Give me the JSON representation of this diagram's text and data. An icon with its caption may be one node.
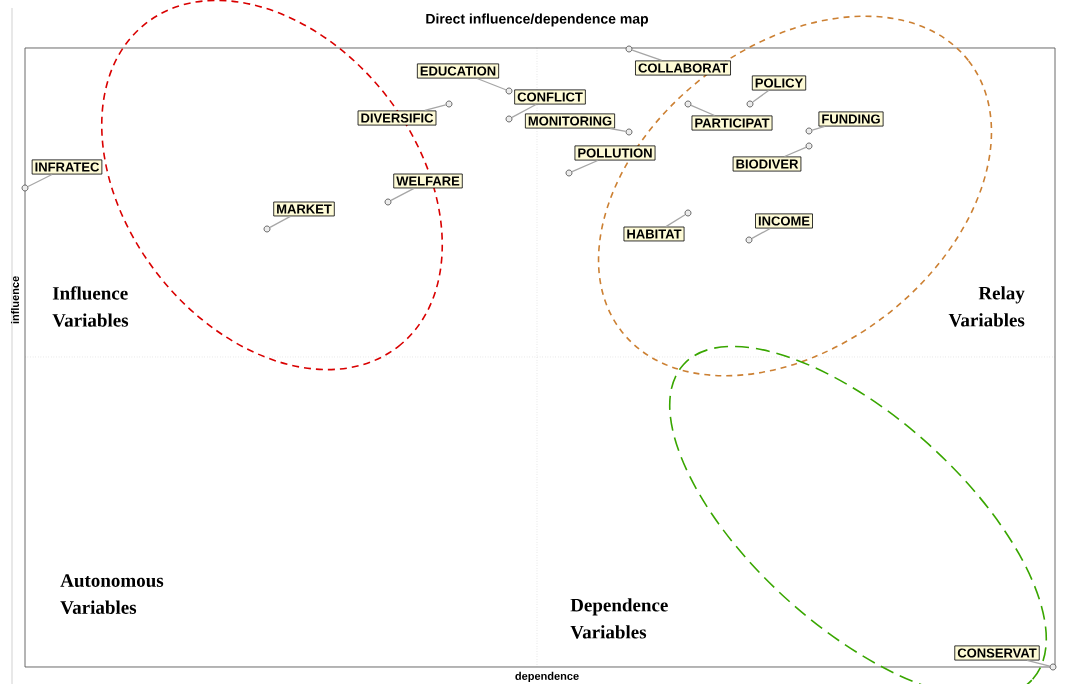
{
  "diagram": {
    "title": "Direct influence/dependence map",
    "nodes": [
      {
        "text": [
          "EDUCATION"
        ]
      },
      {
        "text": [
          "COLLABORAT"
        ]
      },
      {
        "text": [
          "CONFLICT"
        ]
      },
      {
        "text": [
          "POLICY"
        ]
      },
      {
        "text": [
          "DIVERSIFIC"
        ]
      },
      {
        "text": [
          "MONITORING"
        ]
      },
      {
        "text": [
          "PARTICIPAT"
        ]
      },
      {
        "text": [
          "FUNDING"
        ]
      },
      {
        "text": [
          "POLLUTION"
        ]
      },
      {
        "text": [
          "INFRATEC"
        ]
      },
      {
        "text": [
          "BIODIVER"
        ]
      },
      {
        "text": [
          "WELFARE"
        ]
      },
      {
        "text": [
          "MARKET"
        ]
      },
      {
        "text": [
          "INCOME"
        ]
      },
      {
        "text": [
          "HABITAT"
        ]
      },
      {
        "text": [
          "CONSERVAT"
        ]
      },
      {
        "text": [],
        "shape": "circle"
      },
      {
        "text": [],
        "shape": "circle"
      },
      {
        "text": [],
        "shape": "circle"
      },
      {
        "text": [],
        "shape": "circle"
      },
      {
        "text": [],
        "shape": "circle"
      },
      {
        "text": [],
        "shape": "circle"
      },
      {
        "text": [],
        "shape": "circle"
      },
      {
        "text": [],
        "shape": "circle"
      },
      {
        "text": [],
        "shape": "circle"
      },
      {
        "text": [],
        "shape": "circle"
      },
      {
        "text": [],
        "shape": "circle"
      },
      {
        "text": [],
        "shape": "circle"
      },
      {
        "text": [],
        "shape": "circle"
      },
      {
        "text": [],
        "shape": "circle"
      },
      {
        "text": [],
        "shape": "circle"
      },
      {
        "text": [],
        "shape": "circle"
      }
    ],
    "edges": [
      {
        "from": 0,
        "to": 16,
        "arrow": "none"
      },
      {
        "from": 1,
        "to": 17,
        "arrow": "none"
      },
      {
        "from": 2,
        "to": 18,
        "arrow": "none"
      },
      {
        "from": 3,
        "to": 19,
        "arrow": "none"
      },
      {
        "from": 4,
        "to": 20,
        "arrow": "none"
      },
      {
        "from": 5,
        "to": 21,
        "arrow": "none"
      },
      {
        "from": 6,
        "to": 22,
        "arrow": "none"
      },
      {
        "from": 7,
        "to": 23,
        "arrow": "none"
      },
      {
        "from": 8,
        "to": 24,
        "arrow": "none"
      },
      {
        "from": 9,
        "to": 25,
        "arrow": "none"
      },
      {
        "from": 10,
        "to": 26,
        "arrow": "none"
      },
      {
        "from": 11,
        "to": 27,
        "arrow": "none"
      },
      {
        "from": 12,
        "to": 28,
        "arrow": "none"
      },
      {
        "from": 13,
        "to": 29,
        "arrow": "none"
      },
      {
        "from": 14,
        "to": 30,
        "arrow": "none"
      },
      {
        "from": 15,
        "to": 31,
        "arrow": "none"
      }
    ],
    "labels": [
      "influence",
      "Influence Variables",
      "Relay Variables",
      "Autonomous Variables",
      "Dependence Variables",
      "dependence"
    ]
  }
}
